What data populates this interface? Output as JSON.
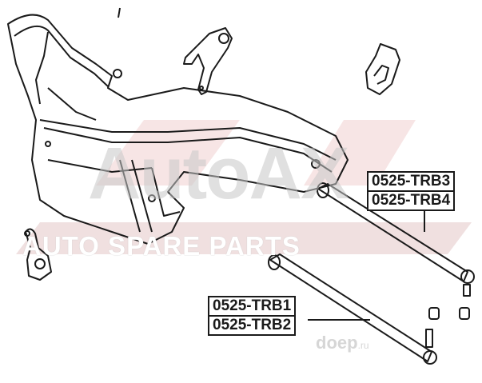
{
  "diagram": {
    "type": "exploded parts diagram",
    "subject": "rear subframe / suspension crossmember with lateral links",
    "colors": {
      "line": "#1a1a1a",
      "background": "#ffffff",
      "watermark_gray": "#c8c8c8",
      "watermark_red": "#e8b4b4"
    }
  },
  "labels": {
    "upper_group": [
      "0525-TRB3",
      "0525-TRB4"
    ],
    "lower_group": [
      "0525-TRB1",
      "0525-TRB2"
    ]
  },
  "watermark": {
    "logo": "AutoAX",
    "tagline": "AUTO SPARE PARTS",
    "site": "doep",
    "site_tld": ".ru"
  }
}
